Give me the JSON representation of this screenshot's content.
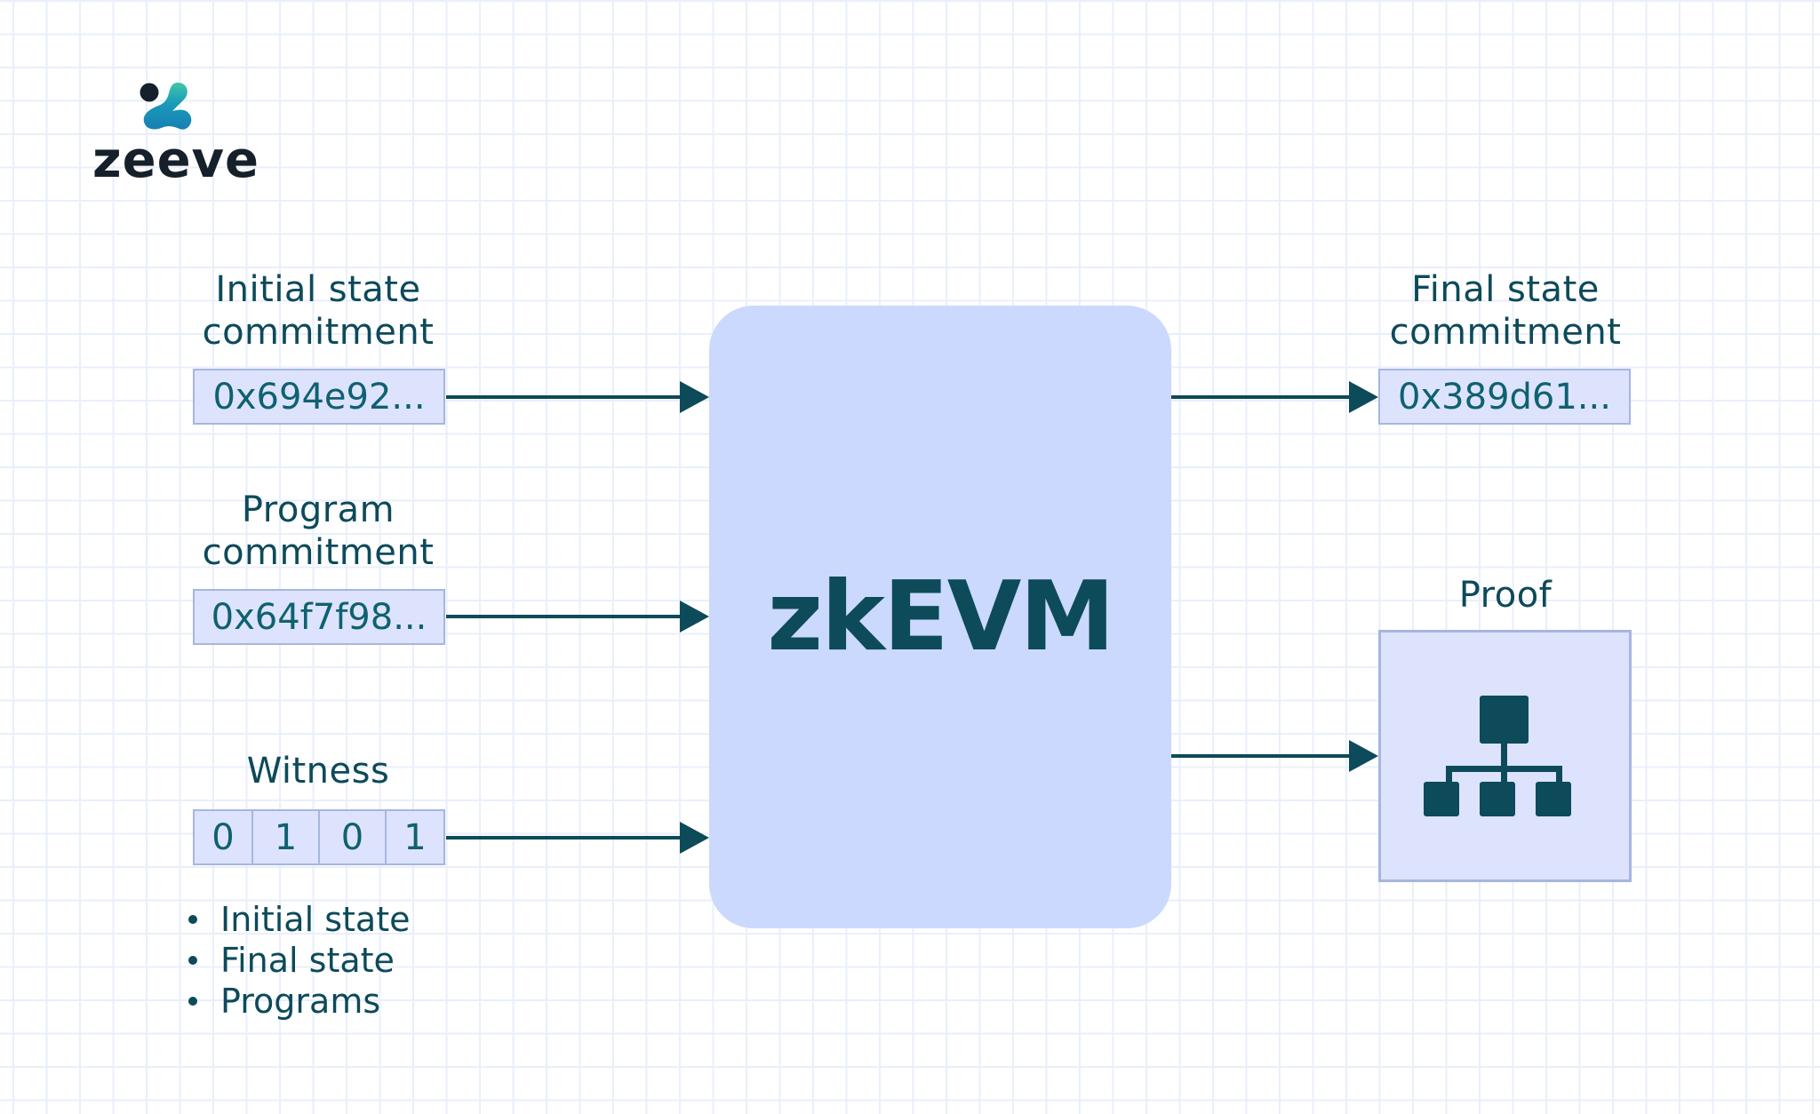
{
  "brand": {
    "name": "zeeve",
    "colors": {
      "dark": "#16202b",
      "teal": "#3fc1a8",
      "blue": "#1a86b5"
    }
  },
  "colors": {
    "primary_text": "#0d4a5a",
    "value_text": "#0f6170",
    "zkevm_fill": "#cad9fd",
    "box_fill": "#dde3fc",
    "box_border": "#a6b6e0",
    "arrow": "#0d4a5a",
    "grid": "#e9effb"
  },
  "inputs": {
    "initial_state": {
      "label_line1": "Initial state",
      "label_line2": "commitment",
      "value": "0x694e92..."
    },
    "program": {
      "label_line1": "Program",
      "label_line2": "commitment",
      "value": "0x64f7f98..."
    },
    "witness": {
      "label": "Witness",
      "bits": [
        "0",
        "1",
        "0",
        "1"
      ],
      "items": [
        "Initial state",
        "Final state",
        "Programs"
      ]
    }
  },
  "processor": {
    "title": "zkEVM"
  },
  "outputs": {
    "final_state": {
      "label_line1": "Final state",
      "label_line2": "commitment",
      "value": "0x389d61..."
    },
    "proof": {
      "label": "Proof",
      "icon": "hierarchy-tree-icon"
    }
  }
}
